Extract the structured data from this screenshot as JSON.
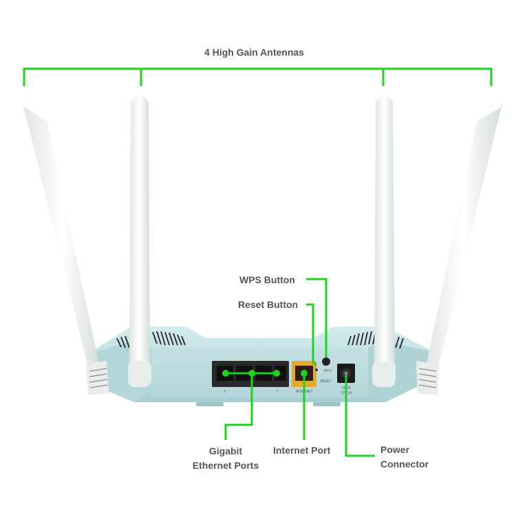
{
  "colors": {
    "callout": "#1ed31e",
    "label": "#555555",
    "antenna": "#f1f4f4",
    "body": "#c3e0e3"
  },
  "labels": {
    "antennas": "4 High Gain Antennas",
    "wps": "WPS Button",
    "reset": "Reset Button",
    "ethernet_line1": "Gigabit",
    "ethernet_line2": "Ethernet Ports",
    "internet": "Internet Port",
    "power_line1": "Power",
    "power_line2": "Connector"
  },
  "port_marks": {
    "wps": "WPS",
    "reset": "RESET",
    "lan3": "3",
    "lan1": "1",
    "internet": "INTERNET",
    "dc_in": "DC IN",
    "dc_rating": "12V 1A"
  }
}
